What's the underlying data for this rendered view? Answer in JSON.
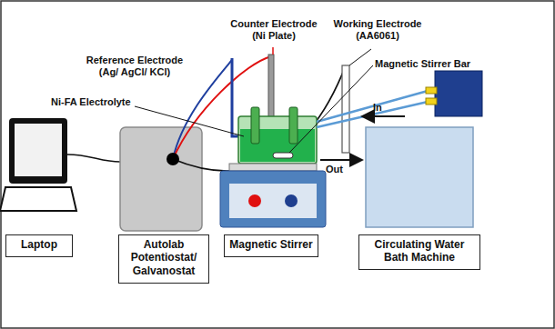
{
  "diagram": {
    "nodes": [
      {
        "text": [
          "Laptop"
        ]
      },
      {
        "text": [
          "Autolab Potentiostat/ Galvanostat"
        ]
      },
      {
        "text": [
          "Magnetic Stirrer"
        ]
      },
      {
        "text": [
          "Circulating Water Bath Machine"
        ]
      }
    ],
    "labels": [
      "Reference Electrode (Ag/ AgCl/ KCl)",
      "Counter Electrode (Ni Plate)",
      "Working Electrode (AA6061)",
      "Magnetic Stirrer Bar",
      "Ni-FA Electrolyte",
      "In",
      "Out"
    ]
  }
}
